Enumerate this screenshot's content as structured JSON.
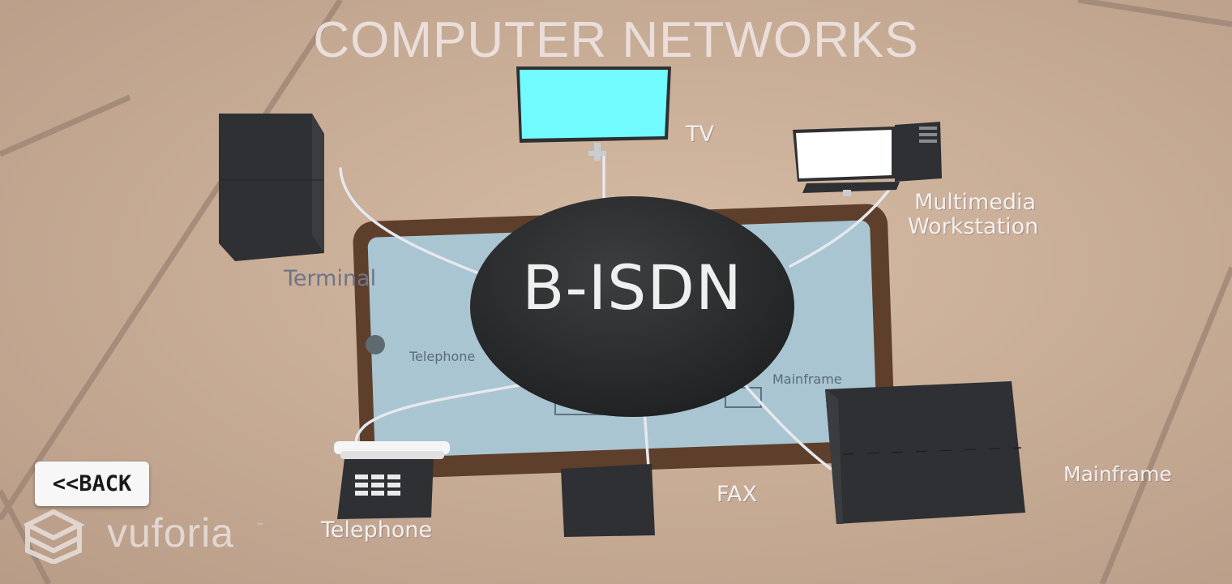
{
  "app": {
    "title": "COMPUTER NETWORKS",
    "hub_label": "B-ISDN",
    "back_button_label": "<<BACK",
    "watermark": "vuforia"
  },
  "devices": [
    {
      "id": "tv",
      "label": "TV",
      "icon": "tv-icon"
    },
    {
      "id": "terminal",
      "label": "Terminal",
      "icon": "terminal-icon"
    },
    {
      "id": "workstation",
      "label_line1": "Multimedia",
      "label_line2": "Workstation",
      "icon": "workstation-icon"
    },
    {
      "id": "telephone",
      "label": "Telephone",
      "icon": "telephone-icon"
    },
    {
      "id": "fax",
      "label": "FAX",
      "icon": "fax-icon"
    },
    {
      "id": "mainframe",
      "label": "Mainframe",
      "icon": "mainframe-icon"
    }
  ],
  "phone_screen_labels": {
    "telephone": "Telephone",
    "mainframe": "Mainframe"
  },
  "colors": {
    "tv_screen": "#72fbff",
    "device_body": "#2e3033",
    "hub": "#2b2c2e",
    "cable": "#e6e8ee",
    "floor": "#c8ab94"
  }
}
